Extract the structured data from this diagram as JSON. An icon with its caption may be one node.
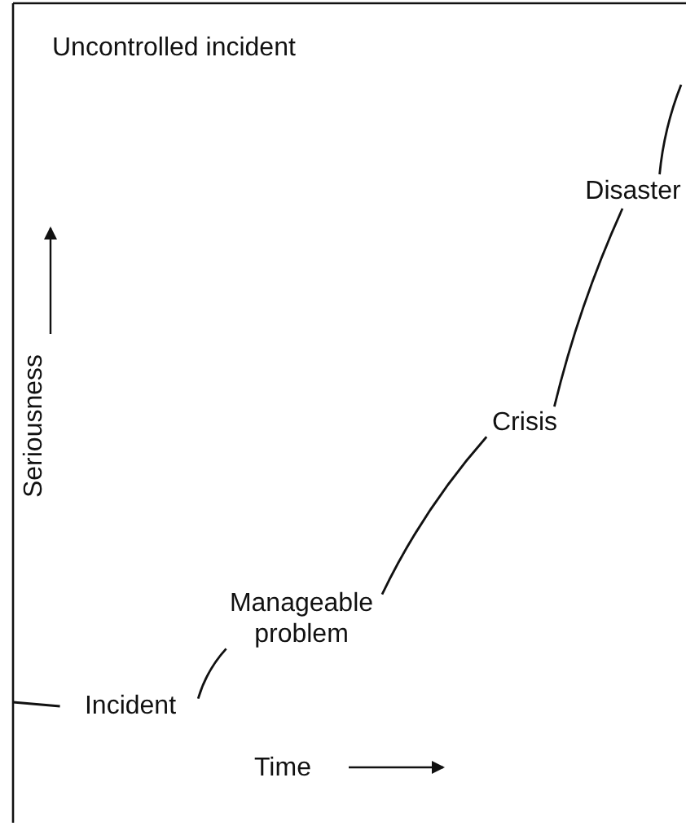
{
  "diagram": {
    "nodes": [
      {
        "text": [
          "Incident"
        ]
      },
      {
        "text": [
          "Manageable problem"
        ]
      },
      {
        "text": [
          "Crisis"
        ]
      },
      {
        "text": [
          "Disaster"
        ]
      }
    ],
    "edges": [
      {
        "from": null,
        "to": 0,
        "arrow": "none"
      },
      {
        "from": 0,
        "to": 1,
        "arrow": "none"
      },
      {
        "from": 1,
        "to": 2,
        "arrow": "none"
      },
      {
        "from": 2,
        "to": 3,
        "arrow": "none"
      },
      {
        "from": 3,
        "to": null,
        "arrow": "none"
      }
    ],
    "labels": [
      "Uncontrolled incident",
      "Seriousness",
      "Time"
    ]
  }
}
